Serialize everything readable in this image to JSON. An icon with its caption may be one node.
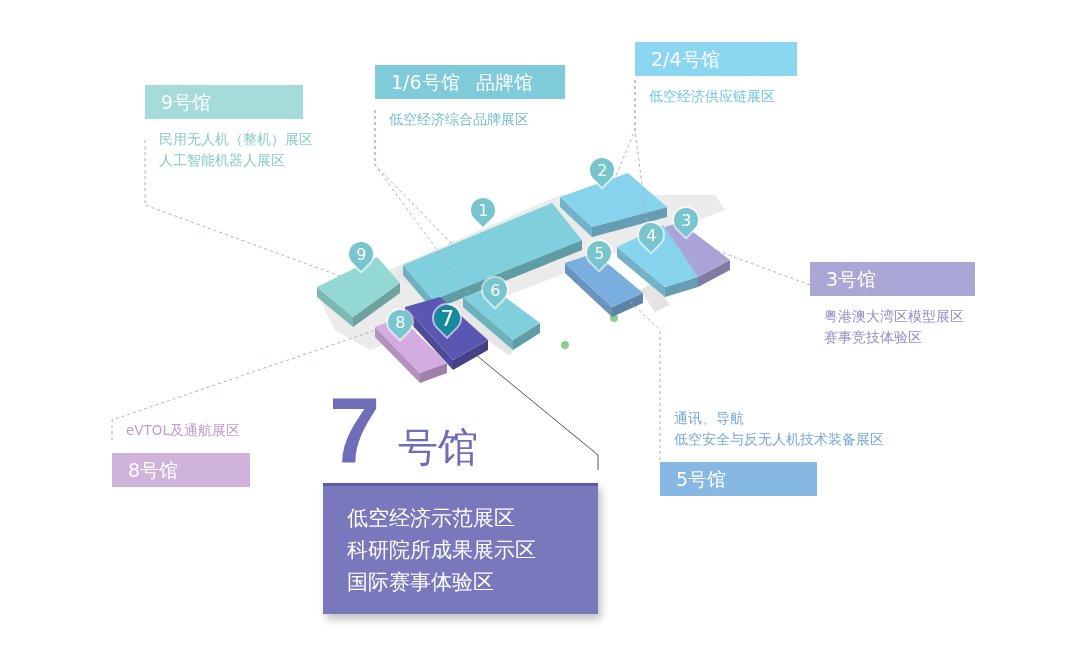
{
  "diagram": {
    "nodes": [
      {
        "text": [
          "9号馆",
          "民用无人机（整机）展区",
          "人工智能机器人展区"
        ]
      },
      {
        "text": [
          "1/6号馆 品牌馆",
          "低空经济综合品牌展区"
        ]
      },
      {
        "text": [
          "2/4号馆",
          "低空经济供应链展区"
        ]
      },
      {
        "text": [
          "3号馆",
          "粤港澳大湾区模型展区",
          "赛事竞技体验区"
        ]
      },
      {
        "text": [
          "通讯、导航",
          "低空安全与反无人机技术装备展区",
          "5号馆"
        ]
      },
      {
        "text": [
          "eVTOL及通航展区",
          "8号馆"
        ]
      },
      {
        "text": [
          "7",
          "号馆",
          "低空经济示范展区",
          "科研院所成果展示区",
          "国际赛事体验区"
        ]
      },
      {
        "text": [
          "1"
        ]
      },
      {
        "text": [
          "2"
        ]
      },
      {
        "text": [
          "3"
        ]
      },
      {
        "text": [
          "4"
        ]
      },
      {
        "text": [
          "5"
        ]
      },
      {
        "text": [
          "6"
        ]
      },
      {
        "text": [
          "7"
        ]
      },
      {
        "text": [
          "8"
        ]
      },
      {
        "text": [
          "9"
        ]
      }
    ],
    "edges": [
      {
        "from": 0,
        "to": 15,
        "arrow": "none",
        "style": "dashed"
      },
      {
        "from": 1,
        "to": 7,
        "arrow": "none",
        "style": "dashed"
      },
      {
        "from": 1,
        "to": 12,
        "arrow": "none",
        "style": "dashed"
      },
      {
        "from": 2,
        "to": 8,
        "arrow": "none",
        "style": "dashed"
      },
      {
        "from": 2,
        "to": 10,
        "arrow": "none",
        "style": "dashed"
      },
      {
        "from": 3,
        "to": 9,
        "arrow": "none",
        "style": "dashed"
      },
      {
        "from": 4,
        "to": 11,
        "arrow": "none",
        "style": "dashed"
      },
      {
        "from": 5,
        "to": 14,
        "arrow": "none",
        "style": "dashed"
      },
      {
        "from": 6,
        "to": 13,
        "arrow": "none",
        "color": "#555555"
      }
    ]
  }
}
